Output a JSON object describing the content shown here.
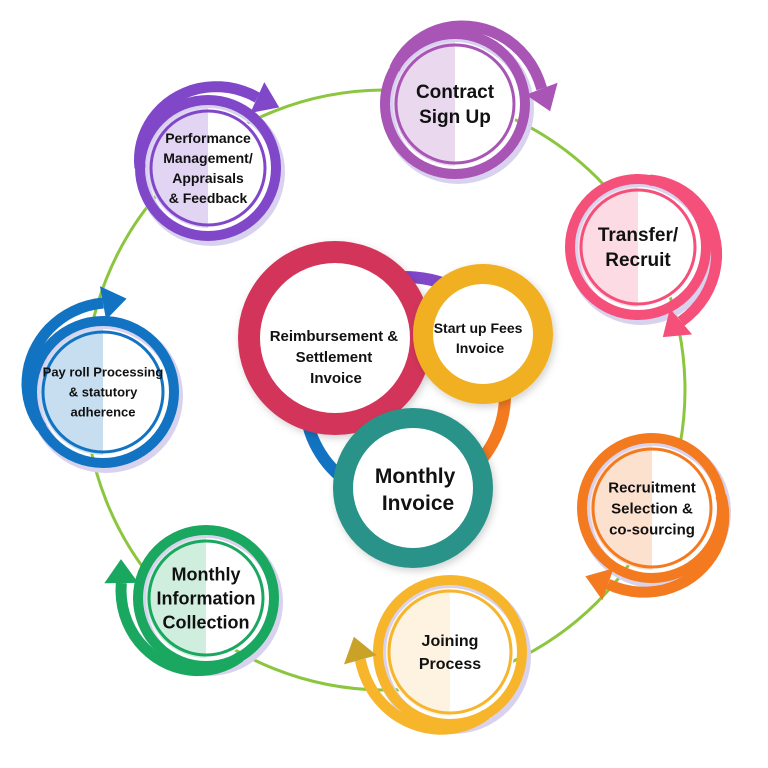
{
  "diagram": {
    "title": "HR Outsourcing Process Cycle",
    "cycle_color": "#8cc63f",
    "steps": [
      {
        "id": "contract",
        "lines": [
          "Contract",
          "Sign Up"
        ],
        "color": "#a855b5",
        "tint": "#e9d8ee",
        "arrow": "clockwise"
      },
      {
        "id": "transfer",
        "lines": [
          "Transfer/",
          "Recruit"
        ],
        "color": "#f4507a",
        "tint": "#fcdbe4",
        "arrow": "clockwise"
      },
      {
        "id": "recruitment",
        "lines": [
          "Recruitment",
          "Selection &",
          "co-sourcing"
        ],
        "color": "#f47a20",
        "tint": "#fde1cf",
        "arrow": "clockwise"
      },
      {
        "id": "joining",
        "lines": [
          "Joining",
          "Process"
        ],
        "color": "#f7b52c",
        "tint": "#fdf3e0",
        "arrow": "clockwise",
        "arrow_head_color": "#c9a227"
      },
      {
        "id": "monthly-info",
        "lines": [
          "Monthly",
          "Information",
          "Collection"
        ],
        "color": "#1aa760",
        "tint": "#cfeedd",
        "arrow": "clockwise"
      },
      {
        "id": "payroll",
        "lines": [
          "Pay roll Processing",
          "& statutory",
          "adherence"
        ],
        "color": "#1273c2",
        "tint": "#c7def1",
        "arrow": "clockwise"
      },
      {
        "id": "performance",
        "lines": [
          "Performance",
          "Management/",
          "Appraisals",
          "& Feedback"
        ],
        "color": "#8047c9",
        "tint": "#e2d5f4",
        "arrow": "clockwise"
      }
    ],
    "center": [
      {
        "id": "reimbursement",
        "lines": [
          "Reimbursement &",
          "Settlement",
          "Invoice"
        ],
        "color": "#d3365a"
      },
      {
        "id": "startup",
        "lines": [
          "Start up Fees",
          "Invoice"
        ],
        "color": "#f0b020"
      },
      {
        "id": "monthly-invoice",
        "lines": [
          "Monthly",
          "Invoice"
        ],
        "color": "#2a9389"
      }
    ],
    "center_ring_colors": {
      "top": "#8047c9",
      "right": "#f47a20",
      "left": "#1273c2"
    }
  }
}
